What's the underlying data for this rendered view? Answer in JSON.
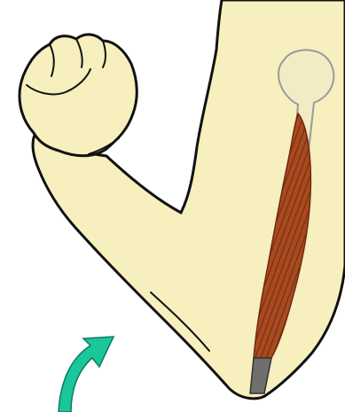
{
  "colors": {
    "background": "#ffffff",
    "skin": "#f7efbd",
    "outline": "#111111",
    "bone": "#f2ecc4",
    "bone_outline": "#9a9a9a",
    "muscle": "#a84a1f",
    "muscle_stripe": "#6e2a10",
    "tendon": "#6f6f6f",
    "arrow": "#19c79a"
  },
  "icons": [
    "flexed-arm-illustration",
    "triceps-muscle",
    "humerus-bone",
    "teal-curved-arrow-icon"
  ]
}
